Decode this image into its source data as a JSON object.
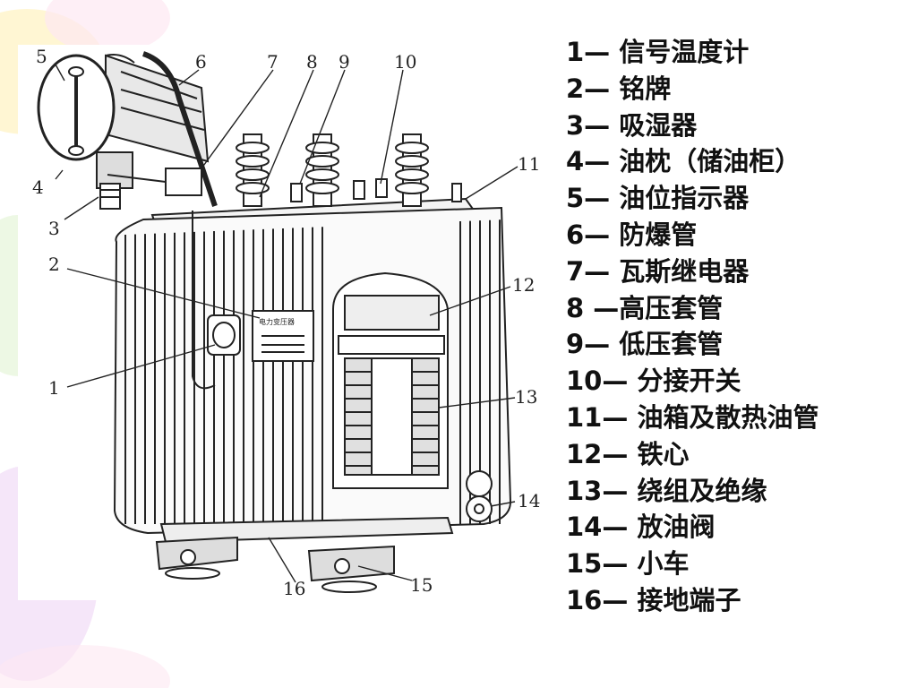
{
  "slide": {
    "legend": [
      "1— 信号温度计",
      "2— 铭牌",
      "3— 吸湿器",
      "4— 油枕（储油柜）",
      "5— 油位指示器",
      "6— 防爆管",
      "7— 瓦斯继电器",
      "8 —高压套管",
      "9— 低压套管",
      "10— 分接开关",
      "11— 油箱及散热油管",
      "12— 铁心",
      "13— 绕组及绝缘",
      "14— 放油阀",
      "15— 小车",
      "16— 接地端子"
    ],
    "callouts": [
      "1",
      "2",
      "3",
      "4",
      "5",
      "6",
      "7",
      "8",
      "9",
      "10",
      "11",
      "12",
      "13",
      "14",
      "15",
      "16"
    ],
    "nameplate_text": "电力变压器",
    "colors": {
      "background": "#ffffff",
      "text": "#111111",
      "line": "#222222"
    }
  }
}
